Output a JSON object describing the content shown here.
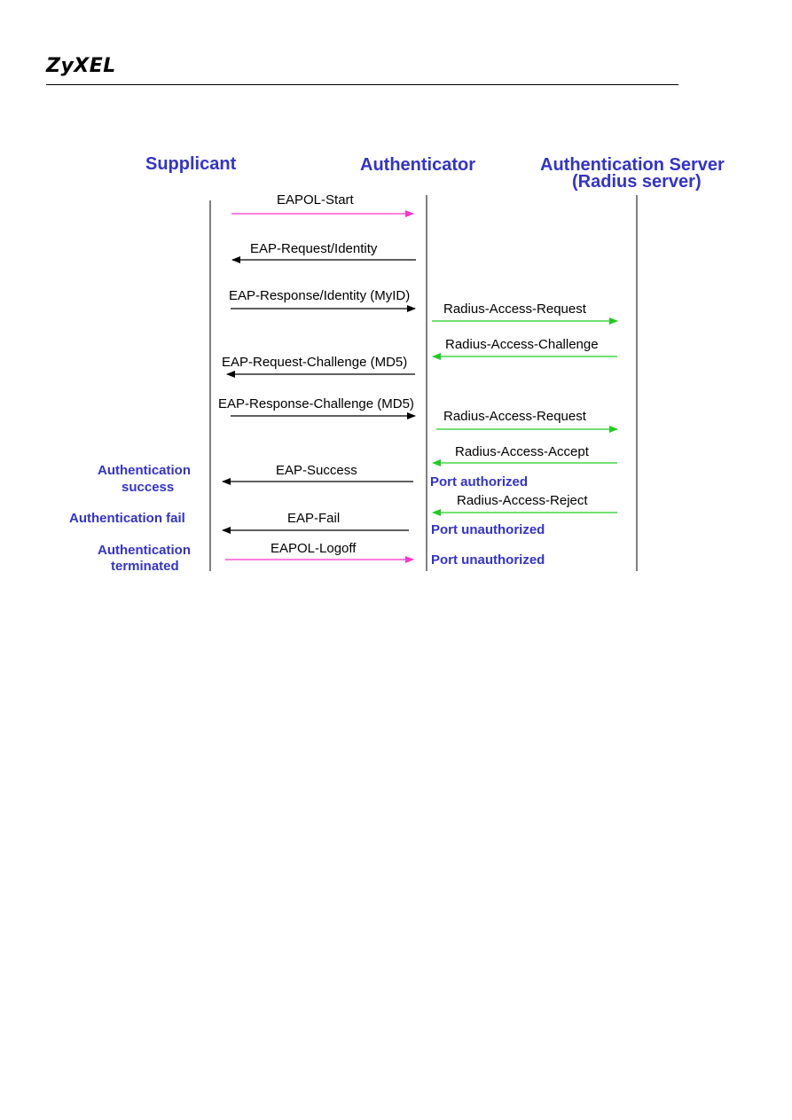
{
  "header": {
    "logo_text": "ZyXEL"
  },
  "diagram": {
    "participants": {
      "supplicant": "Supplicant",
      "authenticator": "Authenticator",
      "server_line1": "Authentication Server",
      "server_line2": "(Radius server)"
    },
    "messages": [
      {
        "id": "m1",
        "label": "EAPOL-Start",
        "color": "#ff33cc"
      },
      {
        "id": "m2",
        "label": "EAP-Request/Identity",
        "color": "#000000"
      },
      {
        "id": "m3",
        "label": "EAP-Response/Identity (MyID)",
        "color": "#000000"
      },
      {
        "id": "m4",
        "label": "Radius-Access-Request",
        "color": "#22cc22"
      },
      {
        "id": "m5",
        "label": "Radius-Access-Challenge",
        "color": "#22cc22"
      },
      {
        "id": "m6",
        "label": "EAP-Request-Challenge (MD5)",
        "color": "#000000"
      },
      {
        "id": "m7",
        "label": "EAP-Response-Challenge (MD5)",
        "color": "#000000"
      },
      {
        "id": "m8",
        "label": "Radius-Access-Request",
        "color": "#22cc22"
      },
      {
        "id": "m9",
        "label": "Radius-Access-Accept",
        "color": "#22cc22"
      },
      {
        "id": "m10",
        "label": "EAP-Success",
        "color": "#000000"
      },
      {
        "id": "m11",
        "label": "Radius-Access-Reject",
        "color": "#22cc22"
      },
      {
        "id": "m12",
        "label": "EAP-Fail",
        "color": "#000000"
      },
      {
        "id": "m13",
        "label": "EAPOL-Logoff",
        "color": "#ff33cc"
      }
    ],
    "outcomes": {
      "success_line1": "Authentication",
      "success_line2": "success",
      "fail": "Authentication fail",
      "terminated_line1": "Authentication",
      "terminated_line2": "terminated"
    },
    "port_states": {
      "authorized": "Port authorized",
      "unauthorized_1": "Port unauthorized",
      "unauthorized_2": "Port unauthorized"
    },
    "colors": {
      "heading_blue": "#3333cc",
      "eapol_magenta": "#ff33cc",
      "radius_green": "#22cc22",
      "eap_black": "#000000"
    }
  }
}
